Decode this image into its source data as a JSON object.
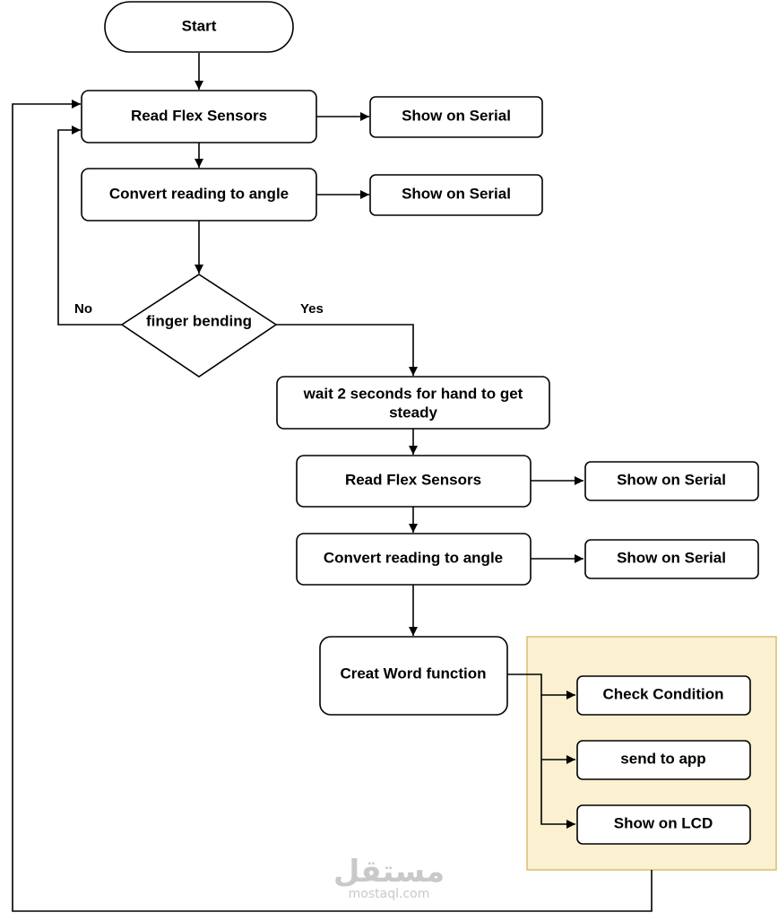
{
  "nodes": {
    "start": "Start",
    "read1": "Read Flex Sensors",
    "serial1": "Show on Serial",
    "convert1": "Convert reading to angle",
    "serial2": "Show on Serial",
    "decision": "finger bending",
    "wait_line1": "wait 2 seconds for hand to get",
    "wait_line2": "steady",
    "read2": "Read Flex Sensors",
    "serial3": "Show on Serial",
    "convert2": "Convert reading to angle",
    "serial4": "Show on Serial",
    "creat_word": "Creat Word function",
    "check": "Check Condition",
    "send": "send to app",
    "lcd": "Show on LCD"
  },
  "edge_labels": {
    "no": "No",
    "yes": "Yes"
  },
  "colors": {
    "group_fill": "#fbf0cf",
    "group_stroke": "#d9bd72",
    "stroke": "#000000",
    "watermark": "#c9c9c9"
  },
  "watermark": {
    "arabic": "مستقل",
    "latin": "mostaql.com"
  }
}
